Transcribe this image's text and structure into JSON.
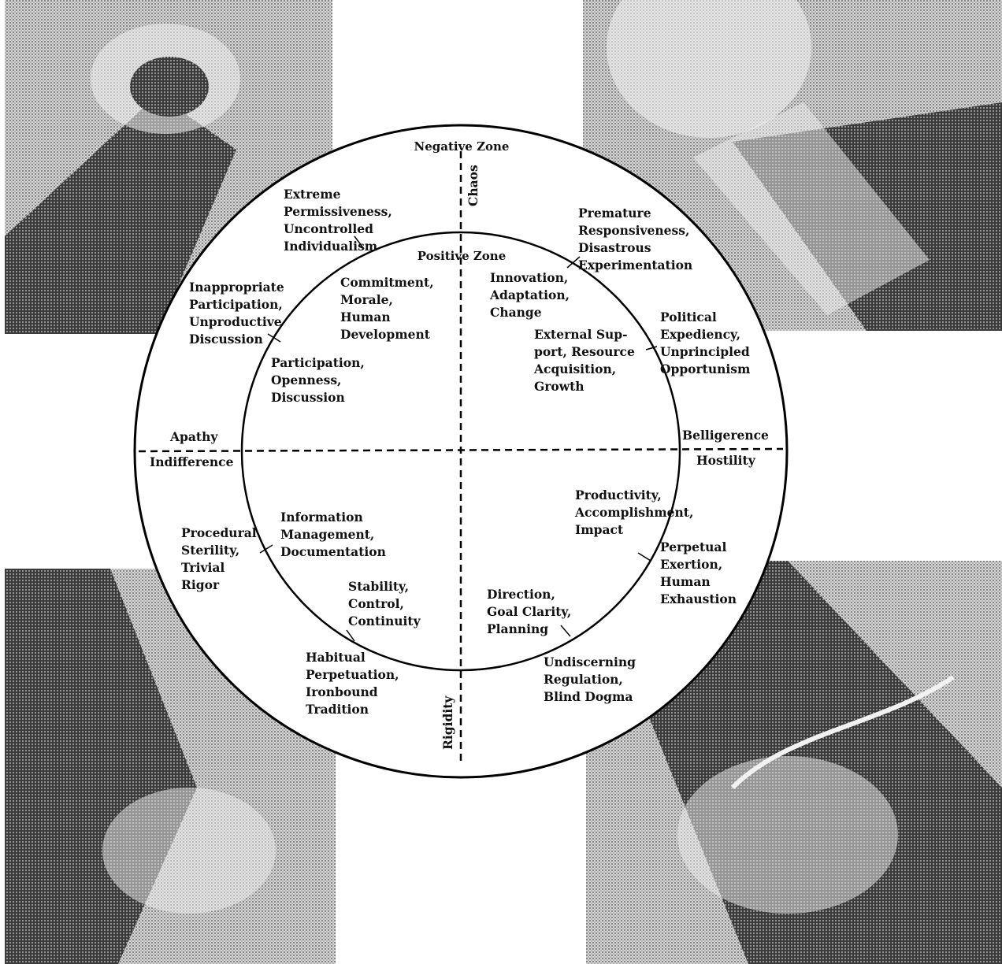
{
  "diagram": {
    "zones": {
      "negative": "Negative Zone",
      "positive": "Positive Zone"
    },
    "axes": {
      "top": "Chaos",
      "bottom": "Rigidity",
      "left_upper": "Apathy",
      "left_lower": "Indifference",
      "right_upper": "Belligerence",
      "right_lower": "Hostility"
    },
    "positive_values": {
      "commitment": [
        "Commitment,",
        "Morale,",
        "Human",
        "Development"
      ],
      "participation": [
        "Participation,",
        "Openness,",
        "Discussion"
      ],
      "innovation": [
        "Innovation,",
        "Adaptation,",
        "Change"
      ],
      "external_support": [
        "External Sup-",
        "port, Resource",
        "Acquisition,",
        "Growth"
      ],
      "productivity": [
        "Productivity,",
        "Accomplishment,",
        "Impact"
      ],
      "direction": [
        "Direction,",
        "Goal Clarity,",
        "Planning"
      ],
      "stability": [
        "Stability,",
        "Control,",
        "Continuity"
      ],
      "information": [
        "Information",
        "Management,",
        "Documentation"
      ]
    },
    "negative_values": {
      "permissiveness": [
        "Extreme",
        "Permissiveness,",
        "Uncontrolled",
        "Individualism"
      ],
      "inappropriate_participation": [
        "Inappropriate",
        "Participation,",
        "Unproductive",
        "Discussion"
      ],
      "premature_responsiveness": [
        "Premature",
        "Responsiveness,",
        "Disastrous",
        "Experimentation"
      ],
      "political_expediency": [
        "Political",
        "Expediency,",
        "Unprincipled",
        "Opportunism"
      ],
      "perpetual_exertion": [
        "Perpetual",
        "Exertion,",
        "Human",
        "Exhaustion"
      ],
      "undiscerning_regulation": [
        "Undiscerning",
        "Regulation,",
        "Blind Dogma"
      ],
      "habitual_perpetuation": [
        "Habitual",
        "Perpetuation,",
        "Ironbound",
        "Tradition"
      ],
      "procedural_sterility": [
        "Procedural",
        "Sterility,",
        "Trivial",
        "Rigor"
      ]
    }
  }
}
